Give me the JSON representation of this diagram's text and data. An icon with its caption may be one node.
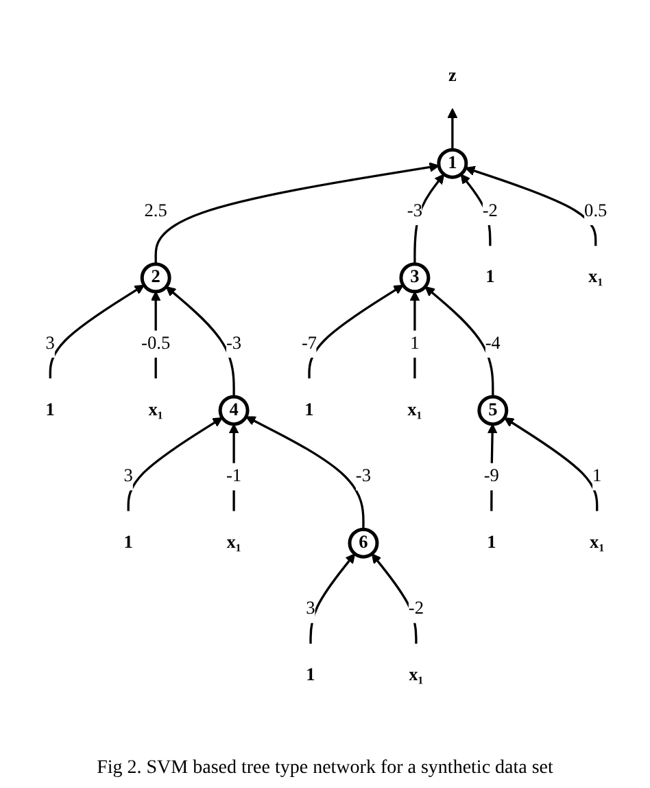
{
  "diagram": {
    "caption": "Fig 2. SVM based tree type network for a synthetic data set",
    "nodes": [
      {
        "text": [
          "z"
        ]
      },
      {
        "text": [
          "1"
        ]
      },
      {
        "text": [
          "1"
        ]
      },
      {
        "text": [
          "x₁"
        ]
      },
      {
        "text": [
          "2"
        ]
      },
      {
        "text": [
          "1"
        ]
      },
      {
        "text": [
          "x₁"
        ]
      },
      {
        "text": [
          "3"
        ]
      },
      {
        "text": [
          "1"
        ]
      },
      {
        "text": [
          "x₁"
        ]
      },
      {
        "text": [
          "4"
        ]
      },
      {
        "text": [
          "1"
        ]
      },
      {
        "text": [
          "x₁"
        ]
      },
      {
        "text": [
          "5"
        ]
      },
      {
        "text": [
          "1"
        ]
      },
      {
        "text": [
          "x₁"
        ]
      },
      {
        "text": [
          "6"
        ]
      },
      {
        "text": [
          "1"
        ]
      },
      {
        "text": [
          "x₁"
        ]
      }
    ],
    "edges": [
      {
        "from": 1,
        "to": 0,
        "arrow": "to"
      },
      {
        "from": 4,
        "to": 1,
        "arrow": "to",
        "label": "2.5"
      },
      {
        "from": 7,
        "to": 1,
        "arrow": "to",
        "label": "-3"
      },
      {
        "from": 2,
        "to": 1,
        "arrow": "to",
        "label": "-2"
      },
      {
        "from": 3,
        "to": 1,
        "arrow": "to",
        "label": "0.5"
      },
      {
        "from": 5,
        "to": 4,
        "arrow": "to",
        "label": "3"
      },
      {
        "from": 6,
        "to": 4,
        "arrow": "to",
        "label": "-0.5"
      },
      {
        "from": 10,
        "to": 4,
        "arrow": "to",
        "label": "-3"
      },
      {
        "from": 8,
        "to": 7,
        "arrow": "to",
        "label": "-7"
      },
      {
        "from": 9,
        "to": 7,
        "arrow": "to",
        "label": "1"
      },
      {
        "from": 13,
        "to": 7,
        "arrow": "to",
        "label": "-4"
      },
      {
        "from": 11,
        "to": 10,
        "arrow": "to",
        "label": "3"
      },
      {
        "from": 12,
        "to": 10,
        "arrow": "to",
        "label": "-1"
      },
      {
        "from": 16,
        "to": 10,
        "arrow": "to",
        "label": "-3"
      },
      {
        "from": 14,
        "to": 13,
        "arrow": "to",
        "label": "-9"
      },
      {
        "from": 15,
        "to": 13,
        "arrow": "to",
        "label": "1"
      },
      {
        "from": 17,
        "to": 16,
        "arrow": "to",
        "label": "3"
      },
      {
        "from": 18,
        "to": 16,
        "arrow": "to",
        "label": "-2"
      }
    ]
  }
}
